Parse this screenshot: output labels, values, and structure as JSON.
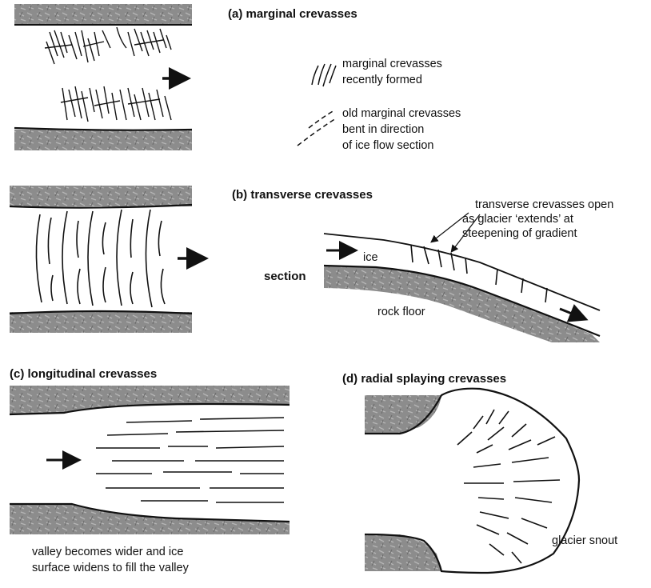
{
  "panel_a": {
    "title": "(a) marginal crevasses",
    "legend_recent": [
      "marginal crevasses",
      "recently formed"
    ],
    "legend_old": [
      "old marginal crevasses",
      "bent in direction",
      "of ice flow section"
    ]
  },
  "panel_b": {
    "title": "(b) transverse crevasses",
    "note": [
      "transverse crevasses open",
      "as glacier ‘extends’ at",
      "steepening of gradient"
    ],
    "ice_label": "ice",
    "section_label": "section",
    "rock_label": "rock floor"
  },
  "panel_c": {
    "title": "(c) longitudinal crevasses",
    "caption": [
      "valley becomes wider and ice",
      "surface widens to fill the valley"
    ]
  },
  "panel_d": {
    "title": "(d) radial splaying crevasses",
    "snout_label": "glacier snout"
  },
  "colors": {
    "rock": "#8a8a8a",
    "ink": "#111111",
    "paper": "#ffffff"
  }
}
